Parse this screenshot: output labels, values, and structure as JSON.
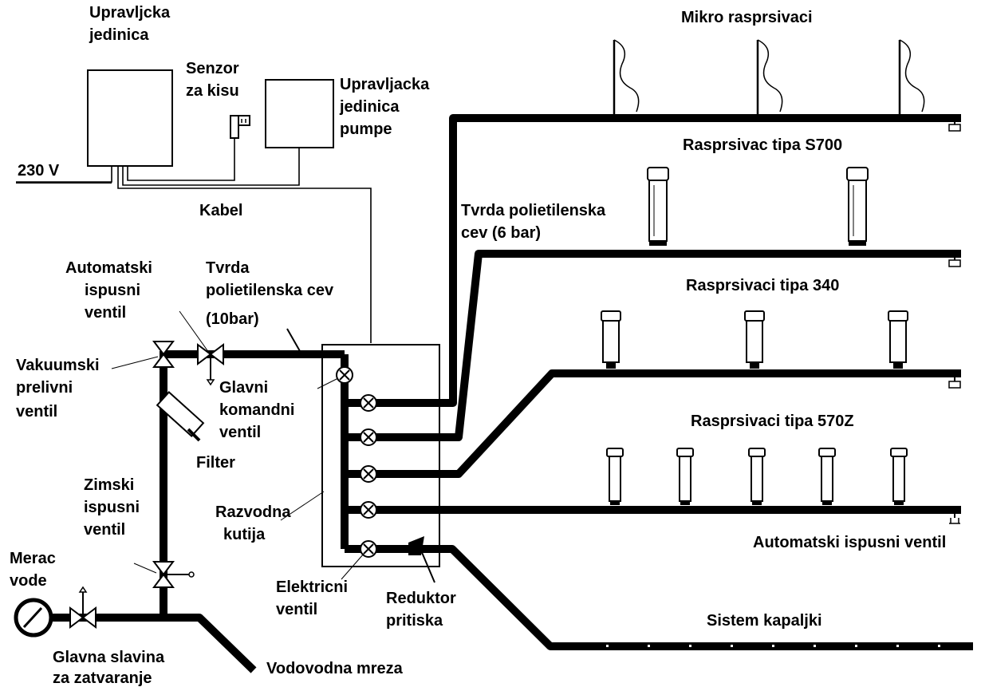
{
  "labels": {
    "control_unit": [
      "Upravljcka",
      "jedinica"
    ],
    "rain_sensor": [
      "Senzor",
      "za kisu"
    ],
    "pump_control": [
      "Upravljacka",
      "jedinica",
      "pumpe"
    ],
    "voltage": "230 V",
    "cable": "Kabel",
    "auto_drain_valve": [
      "Automatski",
      "ispusni",
      "ventil"
    ],
    "pe_pipe_10": [
      "Tvrda",
      "polietilenska cev",
      "(10bar)"
    ],
    "vacuum_valve": [
      "Vakuumski",
      "prelivni",
      "ventil"
    ],
    "main_command_valve": [
      "Glavni",
      "komandni",
      "ventil"
    ],
    "filter": "Filter",
    "winter_drain": [
      "Zimski",
      "ispusni",
      "ventil"
    ],
    "distribution_box": [
      "Razvodna",
      "kutija"
    ],
    "water_meter": [
      "Merac",
      "vode"
    ],
    "electric_valve": [
      "Elektricni",
      "ventil"
    ],
    "pressure_reducer": [
      "Reduktor",
      "pritiska"
    ],
    "main_tap": [
      "Glavna slavina",
      "za zatvaranje"
    ],
    "water_network": "Vodovodna mreza",
    "micro_sprinklers": "Mikro rasprsivaci",
    "s700": "Rasprsivac tipa S700",
    "pe_pipe_6": [
      "Tvrda polietilenska",
      "cev (6 bar)"
    ],
    "type_340": "Rasprsivaci tipa 340",
    "type_570z": "Rasprsivaci tipa 570Z",
    "auto_drain_right": "Automatski ispusni ventil",
    "drip_system": "Sistem kapaljki"
  }
}
